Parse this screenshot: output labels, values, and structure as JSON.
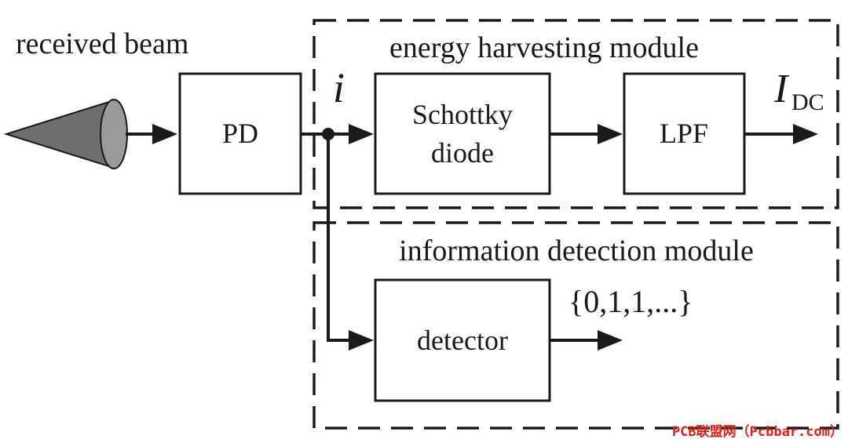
{
  "diagram": {
    "input_label": "received beam",
    "blocks": {
      "pd": "PD",
      "schottky_line1": "Schottky",
      "schottky_line2": "diode",
      "lpf": "LPF",
      "detector": "detector"
    },
    "modules": {
      "energy": "energy harvesting module",
      "information": "information detection module"
    },
    "signals": {
      "current": "i",
      "output_dc_main": "I",
      "output_dc_sub": "DC",
      "bits": "{0,1,1,...}"
    },
    "colors": {
      "stroke": "#1a1a1a",
      "cone_fill": "#6e6e6e",
      "cone_face": "#9a9a9a",
      "watermark": "#e0201b"
    }
  },
  "watermark": "PCB联盟网（Pcbbar.com）"
}
